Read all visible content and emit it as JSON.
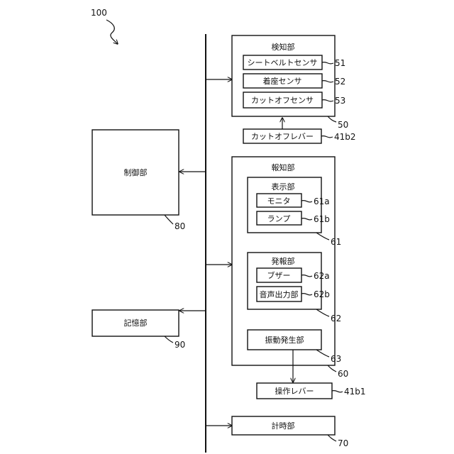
{
  "figure_ref": "100",
  "detection": {
    "title": "検知部",
    "ref": "50",
    "items": [
      {
        "label": "シートベルトセンサ",
        "ref": "51"
      },
      {
        "label": "着座センサ",
        "ref": "52"
      },
      {
        "label": "カットオフセンサ",
        "ref": "53"
      }
    ]
  },
  "cutoff_lever": {
    "label": "カットオフレバー",
    "ref": "41b2"
  },
  "control": {
    "label": "制御部",
    "ref": "80"
  },
  "notification": {
    "title": "報知部",
    "ref": "60",
    "display": {
      "title": "表示部",
      "ref": "61",
      "items": [
        {
          "label": "モニタ",
          "ref": "61a"
        },
        {
          "label": "ランプ",
          "ref": "61b"
        }
      ]
    },
    "sound": {
      "title": "発報部",
      "ref": "62",
      "items": [
        {
          "label": "ブザー",
          "ref": "62a"
        },
        {
          "label": "音声出力部",
          "ref": "62b"
        }
      ]
    },
    "vibration": {
      "label": "振動発生部",
      "ref": "63"
    }
  },
  "operation_lever": {
    "label": "操作レバー",
    "ref": "41b1"
  },
  "storage": {
    "label": "記憶部",
    "ref": "90"
  },
  "timer": {
    "label": "計時部",
    "ref": "70"
  }
}
